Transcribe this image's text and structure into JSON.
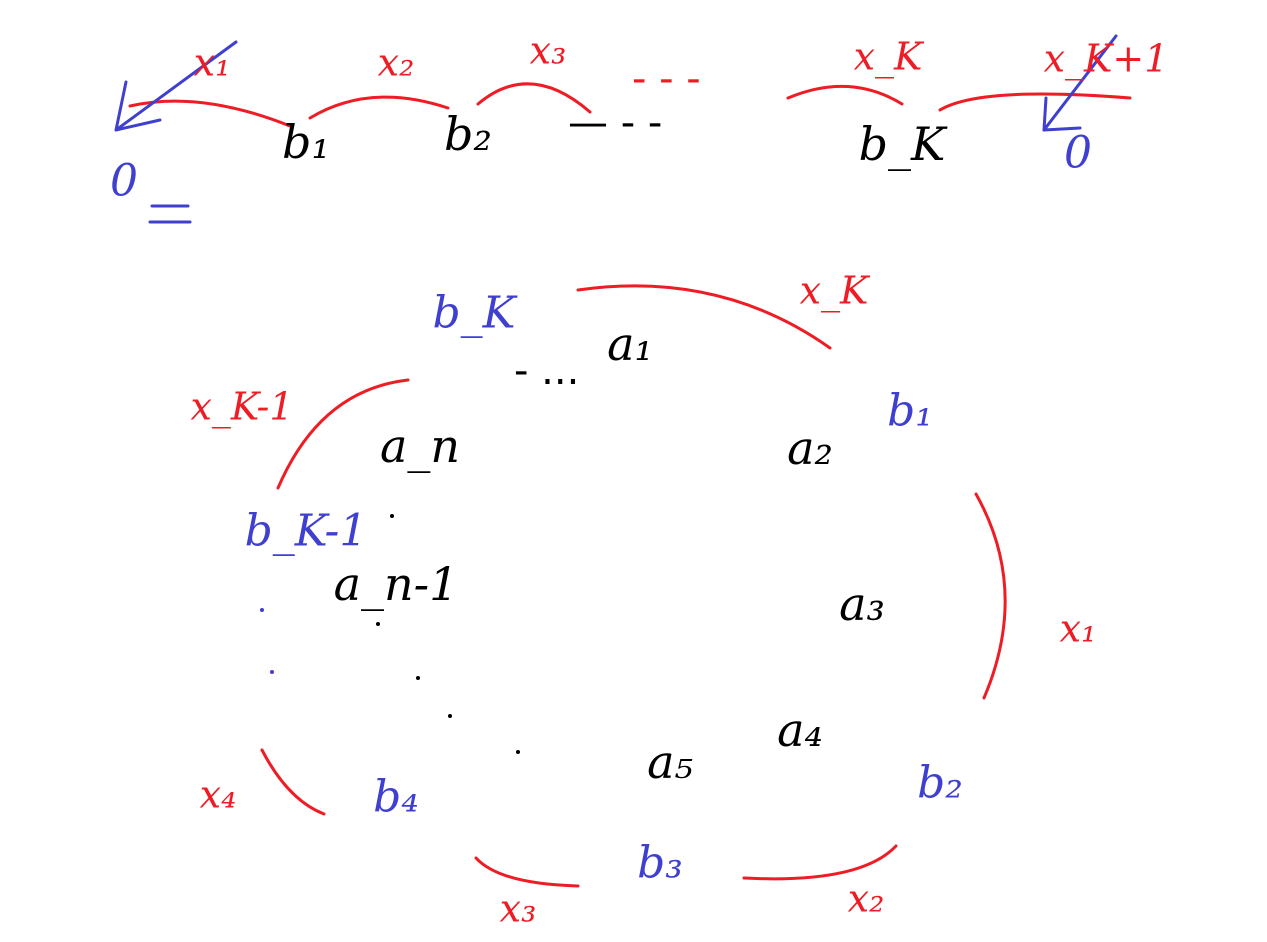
{
  "colors": {
    "value_label": "#000000",
    "block_label": "#3f3fd0",
    "gap_label": "#ee1c24",
    "background": "#ffffff"
  },
  "top_row": {
    "blocks": [
      "b₁",
      "b₂",
      "b_K"
    ],
    "gaps": [
      "x₁",
      "x₂",
      "x₃",
      "x_K",
      "x_K+1"
    ],
    "ellipsis": "— - -",
    "gap_ellipsis": "- - -",
    "zero_left": "0",
    "zero_left_underline": "=",
    "zero_right": "0"
  },
  "circle": {
    "values": [
      "a₁",
      "a₂",
      "a₃",
      "a₄",
      "a₅",
      "a_n-1",
      "a_n"
    ],
    "blocks": [
      "b_K",
      "b₁",
      "b₂",
      "b₃",
      "b₄",
      "b_K-1"
    ],
    "gaps": [
      "x_K",
      "x₁",
      "x₂",
      "x₃",
      "x₄",
      "x_K-1"
    ],
    "ellipsis": "- ..."
  }
}
